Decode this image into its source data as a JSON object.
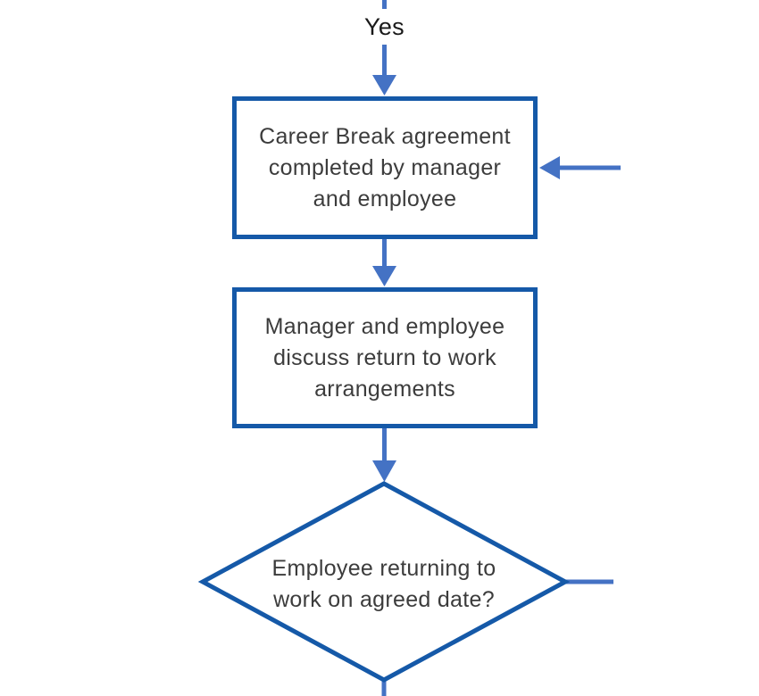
{
  "colors": {
    "shape_outline": "#1559a8",
    "connector": "#4472c4",
    "shape_fill": "#ffffff",
    "text": "#3c3c3c",
    "edge_label_text": "#1a1a1a",
    "background": "#ffffff"
  },
  "edge_label_yes": "Yes",
  "nodes": [
    {
      "id": "career-break-agreement",
      "type": "process",
      "lines": [
        "Career Break agreement",
        "completed by manager",
        "and employee"
      ]
    },
    {
      "id": "discuss-return-to-work",
      "type": "process",
      "lines": [
        "Manager and employee",
        "discuss return to work",
        "arrangements"
      ]
    },
    {
      "id": "returning-on-agreed-date",
      "type": "decision",
      "lines": [
        "Employee returning to",
        "work on agreed date?"
      ]
    }
  ],
  "connectors": [
    {
      "id": "yes-into-career-break",
      "label": "Yes",
      "direction": "down",
      "arrowhead": true,
      "from": "off-screen-top",
      "to": "career-break-agreement"
    },
    {
      "id": "side-into-career-break",
      "direction": "left",
      "arrowhead": true,
      "from": "off-screen-right",
      "to": "career-break-agreement"
    },
    {
      "id": "career-break-to-discuss",
      "direction": "down",
      "arrowhead": true,
      "from": "career-break-agreement",
      "to": "discuss-return-to-work"
    },
    {
      "id": "discuss-to-decision",
      "direction": "down",
      "arrowhead": true,
      "from": "discuss-return-to-work",
      "to": "returning-on-agreed-date"
    },
    {
      "id": "decision-right-exit",
      "direction": "right",
      "arrowhead": false,
      "from": "returning-on-agreed-date",
      "to": "off-screen-right"
    },
    {
      "id": "decision-bottom-exit",
      "direction": "down",
      "arrowhead": false,
      "from": "returning-on-agreed-date",
      "to": "off-screen-bottom"
    }
  ]
}
